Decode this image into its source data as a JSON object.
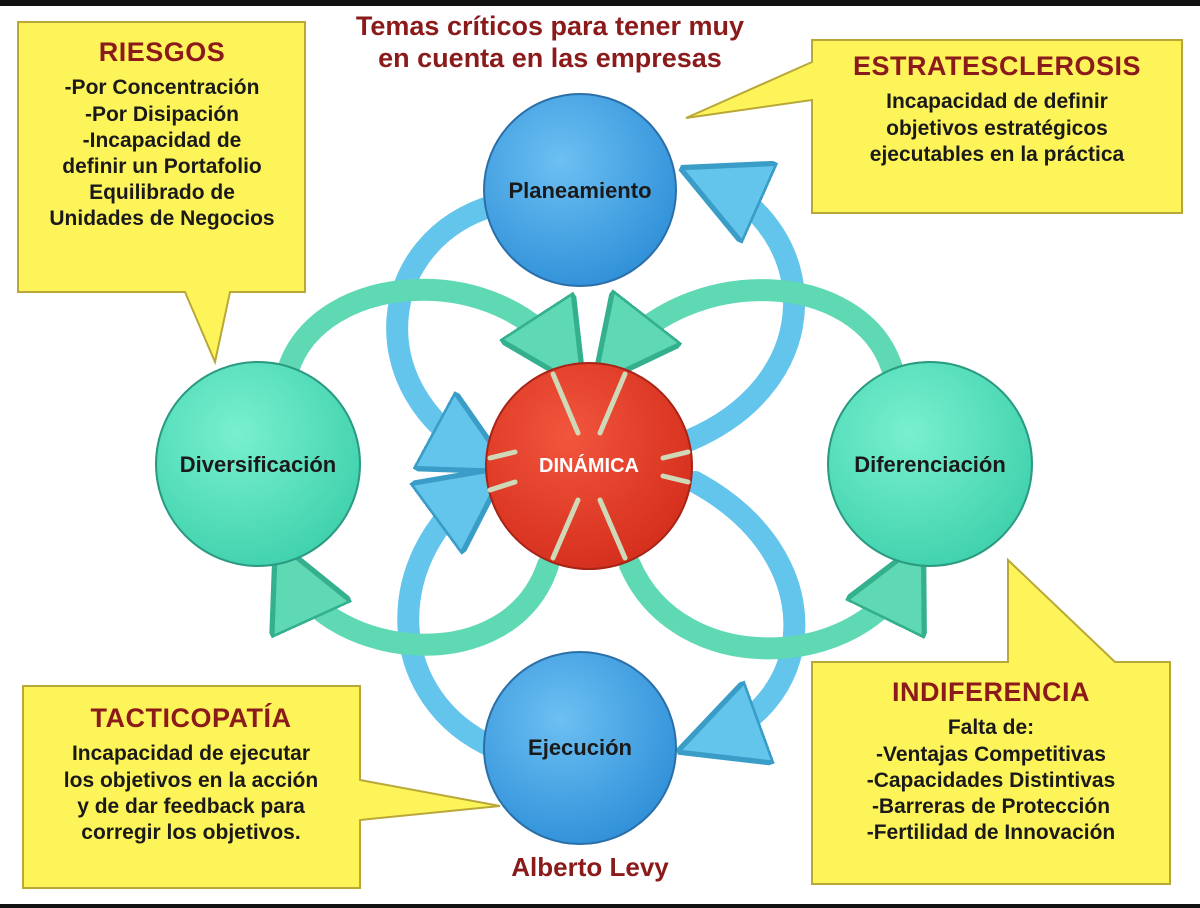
{
  "title": {
    "line1": "Temas críticos para tener muy",
    "line2": "en cuenta en las empresas"
  },
  "center": {
    "label": "DINÁMICA"
  },
  "nodes": {
    "top": "Planeamiento",
    "left": "Diversificación",
    "right": "Diferenciación",
    "bottom": "Ejecución"
  },
  "callouts": {
    "riesgos": {
      "title": "RIESGOS",
      "lines": [
        "-Por Concentración",
        "-Por Disipación",
        "-Incapacidad de",
        "definir un Portafolio",
        "Equilibrado de",
        "Unidades de Negocios"
      ]
    },
    "estratesclerosis": {
      "title": "ESTRATESCLEROSIS",
      "lines": [
        "Incapacidad de definir",
        "objetivos estratégicos",
        "ejecutables en la práctica"
      ]
    },
    "tacticopatia": {
      "title": "TACTICOPATÍA",
      "lines": [
        "Incapacidad de ejecutar",
        "los objetivos en la acción",
        "y de dar feedback para",
        "corregir los objetivos."
      ]
    },
    "indiferencia": {
      "title": "INDIFERENCIA",
      "lines": [
        "Falta de:",
        "-Ventajas Competitivas",
        "-Capacidades Distintivas",
        "-Barreras de Protección",
        "-Fertilidad de Innovación"
      ]
    }
  },
  "author": "Alberto Levy",
  "colors": {
    "callout_fill": "#fdf45a",
    "callout_stroke": "#b9a838",
    "title_red": "#8b1a1a",
    "blue_circle": "#4aa8e8",
    "teal_circle": "#52e2bc",
    "center_red": "#e53a25",
    "arrow_blue": "#63c4ec",
    "arrow_teal": "#5fd8b4"
  }
}
